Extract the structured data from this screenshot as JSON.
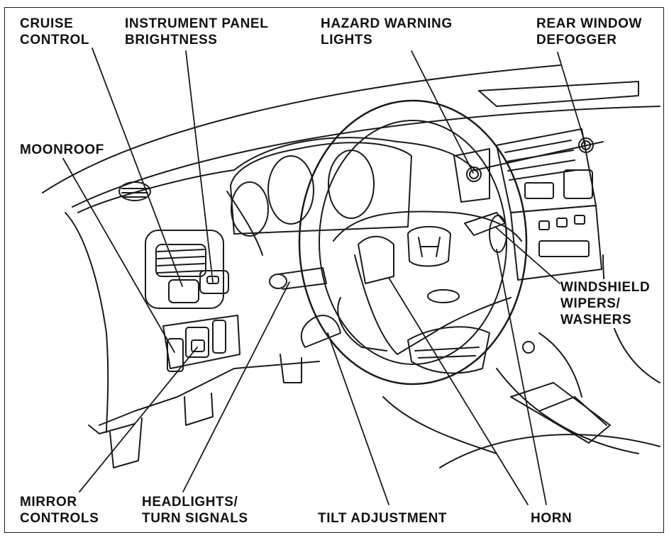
{
  "colors": {
    "ink": "#111111",
    "paper": "#ffffff"
  },
  "labels": {
    "cruise_control": [
      "CRUISE",
      "CONTROL"
    ],
    "instrument_panel_brightness": [
      "INSTRUMENT PANEL",
      "BRIGHTNESS"
    ],
    "hazard_warning_lights": [
      "HAZARD WARNING",
      "LIGHTS"
    ],
    "rear_window_defogger": [
      "REAR WINDOW",
      "DEFOGGER"
    ],
    "moonroof": [
      "MOONROOF"
    ],
    "windshield_wipers_washers": [
      "WINDSHIELD",
      "WIPERS/",
      "WASHERS"
    ],
    "mirror_controls": [
      "MIRROR",
      "CONTROLS"
    ],
    "headlights_turn_signals": [
      "HEADLIGHTS/",
      "TURN SIGNALS"
    ],
    "tilt_adjustment": [
      "TILT ADJUSTMENT"
    ],
    "horn": [
      "HORN"
    ]
  },
  "icons": {
    "steering_wheel": "steering-wheel-icon",
    "brand_logo": "h-logo-icon"
  }
}
